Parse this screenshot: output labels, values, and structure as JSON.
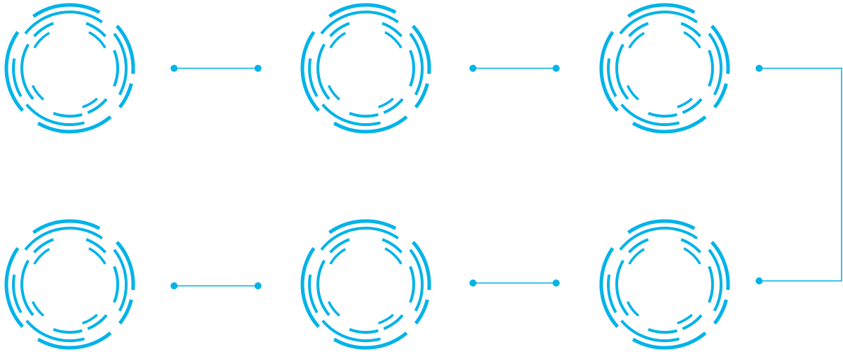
{
  "diagram": {
    "accent_color": "#00b3e8",
    "background": "#ffffff",
    "node_icon": "dashed-concentric-ring-icon",
    "nodes": [
      {
        "id": "node-1",
        "row": 1,
        "col": 1
      },
      {
        "id": "node-2",
        "row": 1,
        "col": 2
      },
      {
        "id": "node-3",
        "row": 1,
        "col": 3
      },
      {
        "id": "node-4",
        "row": 2,
        "col": 1
      },
      {
        "id": "node-5",
        "row": 2,
        "col": 2
      },
      {
        "id": "node-6",
        "row": 2,
        "col": 3
      }
    ],
    "connectors": [
      {
        "from": "node-1",
        "to": "node-2"
      },
      {
        "from": "node-2",
        "to": "node-3"
      },
      {
        "from": "node-3",
        "to": "node-6",
        "kind": "elbow"
      },
      {
        "from": "node-4",
        "to": "node-5"
      },
      {
        "from": "node-5",
        "to": "node-6"
      }
    ]
  }
}
